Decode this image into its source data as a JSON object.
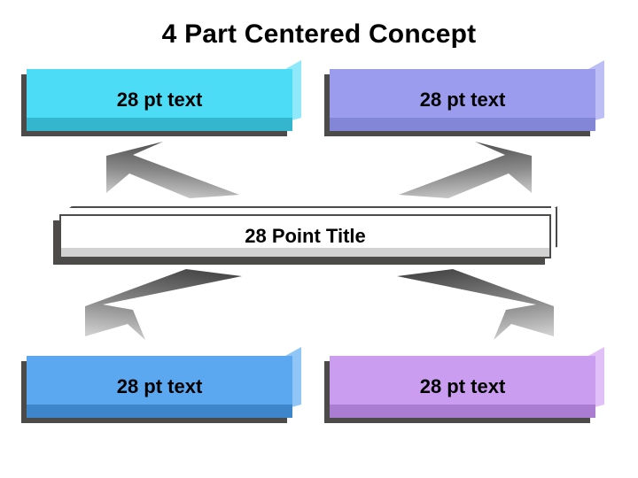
{
  "slide": {
    "title": "4 Part Centered Concept",
    "background_color": "#ffffff"
  },
  "center": {
    "label": "28 Point Title",
    "fill_color": "#ffffff",
    "border_color": "#4d4a4a",
    "bevel_color": "#d2d2d2"
  },
  "boxes": [
    {
      "id": "top-left",
      "label": "28 pt text",
      "fill_color": "#4ddcf5",
      "bevel_color": "#35b6cf",
      "side_color": "#8fe9fa"
    },
    {
      "id": "top-right",
      "label": "28 pt text",
      "fill_color": "#9b9cee",
      "bevel_color": "#8385d6",
      "side_color": "#bdbef5"
    },
    {
      "id": "bottom-left",
      "label": "28 pt text",
      "fill_color": "#5ba8f0",
      "bevel_color": "#3e86cc",
      "side_color": "#8fc5f7"
    },
    {
      "id": "bottom-right",
      "label": "28 pt text",
      "fill_color": "#cb9df0",
      "bevel_color": "#ab7dd2",
      "side_color": "#e0c0f7"
    }
  ],
  "arrows": [
    {
      "id": "upper-left",
      "direction": "up-left",
      "icon": "arrow-up-left-icon",
      "gradient_from": "#4a4a4a",
      "gradient_to": "#c8c8c8"
    },
    {
      "id": "upper-right",
      "direction": "up-right",
      "icon": "arrow-up-right-icon",
      "gradient_from": "#4a4a4a",
      "gradient_to": "#c8c8c8"
    },
    {
      "id": "lower-left",
      "direction": "down-left",
      "icon": "arrow-down-left-icon",
      "gradient_from": "#4a4a4a",
      "gradient_to": "#c8c8c8"
    },
    {
      "id": "lower-right",
      "direction": "down-right",
      "icon": "arrow-down-right-icon",
      "gradient_from": "#4a4a4a",
      "gradient_to": "#c8c8c8"
    }
  ]
}
